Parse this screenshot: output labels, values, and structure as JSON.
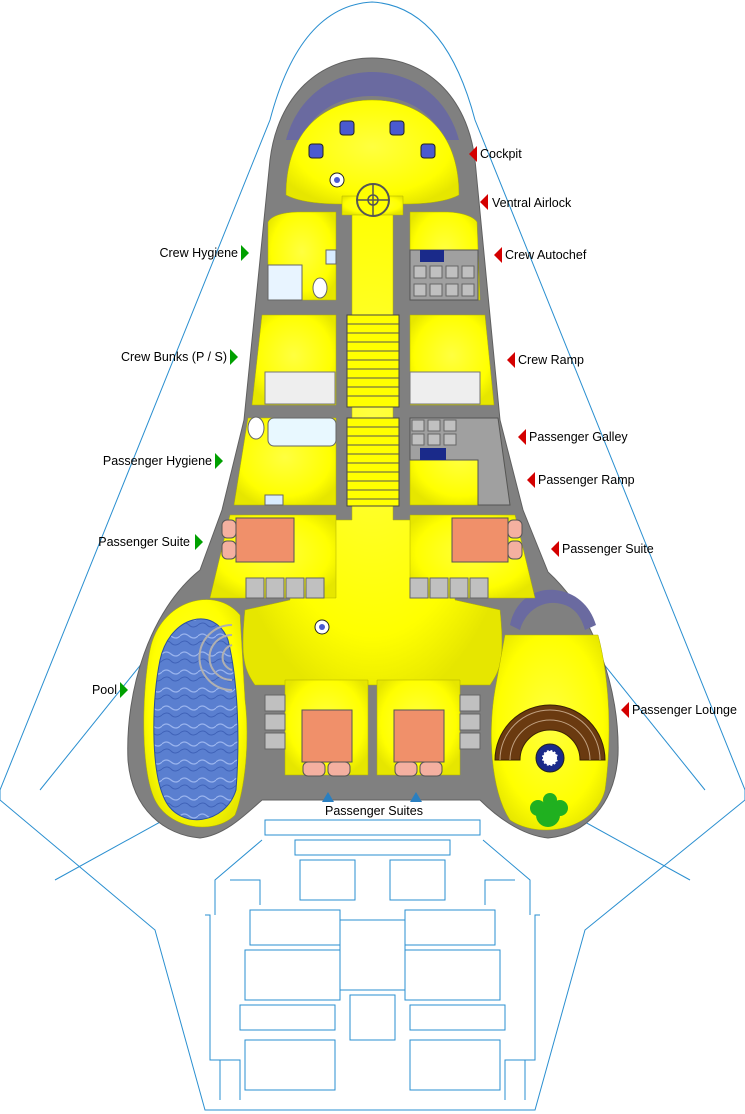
{
  "labels": {
    "cockpit": "Cockpit",
    "ventral_airlock": "Ventral Airlock",
    "crew_autochef": "Crew Autochef",
    "crew_ramp": "Crew Ramp",
    "passenger_galley": "Passenger Galley",
    "passenger_ramp": "Passenger Ramp",
    "passenger_suite_right": "Passenger Suite",
    "passenger_lounge": "Passenger Lounge",
    "crew_hygiene": "Crew Hygiene",
    "crew_bunks": "Crew Bunks (P / S)",
    "passenger_hygiene": "Passenger Hygiene",
    "passenger_suite_left": "Passenger Suite",
    "pool": "Pool",
    "passenger_suites": "Passenger Suites"
  },
  "colors": {
    "outline": "#2a8fd0",
    "hull": "#808080",
    "deck": "#ffff00",
    "window": "#6a6aa0",
    "marker_right_side": "#d40000",
    "marker_left_side": "#00a000",
    "marker_bottom": "#2a7fc0",
    "bed": "#f0906a",
    "pool_water": "#5a7fd0"
  }
}
